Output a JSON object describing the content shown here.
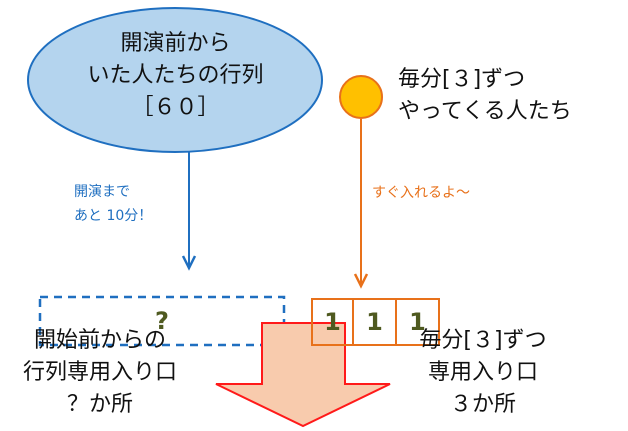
{
  "ellipse": {
    "lines": [
      "開演前から",
      "いた人たちの行列",
      "［６０］"
    ]
  },
  "arrivals": {
    "lines": [
      "毎分[３]ずつ",
      "やってくる人たち"
    ]
  },
  "blue_note": {
    "lines": [
      "開演まで",
      "あと 10分！"
    ]
  },
  "orange_note": "すぐ入れるよ〜",
  "dashed_box": "?",
  "gates": [
    "1",
    "1",
    "1"
  ],
  "left_label": {
    "lines": [
      "開始前からの",
      "行列専用入り口",
      "？か所"
    ]
  },
  "right_label": {
    "lines": [
      "毎分[３]ずつ",
      "専用入り口",
      "３か所"
    ]
  },
  "colors": {
    "blue": "#1f6fc0",
    "ellipse_fill": "#b4d4ee",
    "orange": "#e8711a",
    "circle": "#ffc000",
    "arrow_fill": "#f8cbad",
    "arrow_border": "#ff1a1a"
  }
}
